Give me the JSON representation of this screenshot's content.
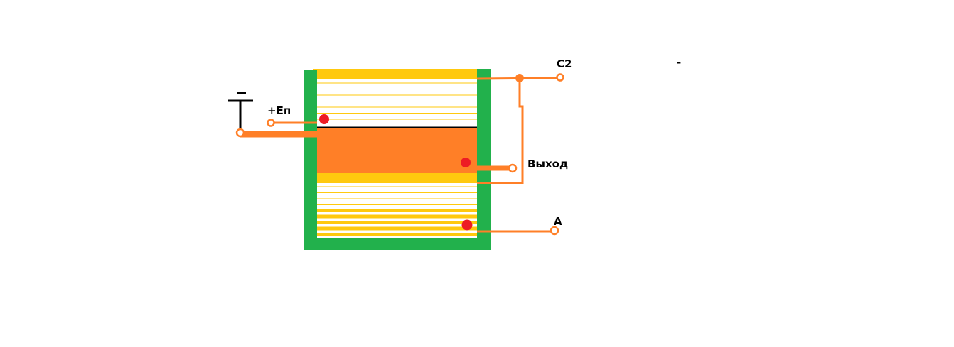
{
  "labels": {
    "supply": "+Eп",
    "c2": "C2",
    "output": "Выход",
    "a": "A",
    "dash": "-"
  },
  "colors": {
    "frame": "#22b14c",
    "layer": "#ffc90e",
    "wire": "#ff7f27",
    "contact": "#ed1c24",
    "ground": "#000000"
  }
}
